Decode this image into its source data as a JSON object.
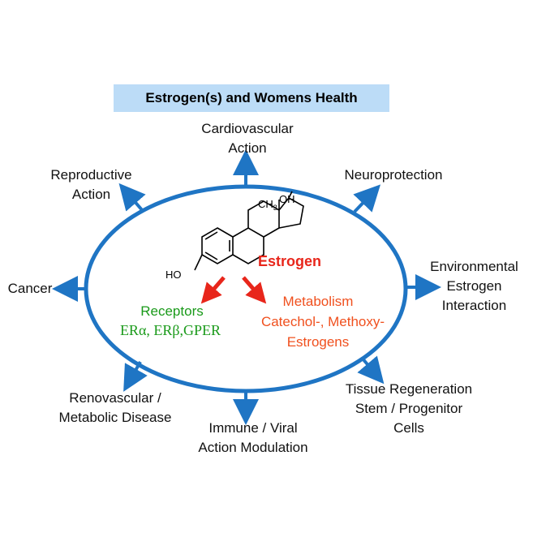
{
  "title": "Estrogen(s) and Womens Health",
  "colors": {
    "ellipse": "#1f75c4",
    "title_bg": "#bcdcf7",
    "estrogen": "#e8261b",
    "receptors": "#1a9a1a",
    "metabolism": "#f0501e",
    "center_arrow": "#e8261b"
  },
  "center": {
    "estrogen_label": "Estrogen",
    "molecule": {
      "methyl": "CH",
      "methyl_sub": "3",
      "oh_top": "OH",
      "ho_left": "HO"
    },
    "receptors": {
      "title": "Receptors",
      "list": "ERα, ERβ,GPER"
    },
    "metabolism": {
      "line1": "Metabolism",
      "line2": "Catechol-, Methoxy-",
      "line3": "Estrogens"
    }
  },
  "outcomes": {
    "cardiovascular": [
      "Cardiovascular",
      "Action"
    ],
    "neuroprotection": [
      "Neuroprotection"
    ],
    "environmental": [
      "Environmental",
      "Estrogen",
      "Interaction"
    ],
    "tissue": [
      "Tissue Regeneration",
      "Stem / Progenitor",
      "Cells"
    ],
    "immune": [
      "Immune / Viral",
      "Action Modulation"
    ],
    "renovascular": [
      "Renovascular /",
      "Metabolic Disease"
    ],
    "cancer": [
      "Cancer"
    ],
    "reproductive": [
      "Reproductive",
      "Action"
    ]
  }
}
